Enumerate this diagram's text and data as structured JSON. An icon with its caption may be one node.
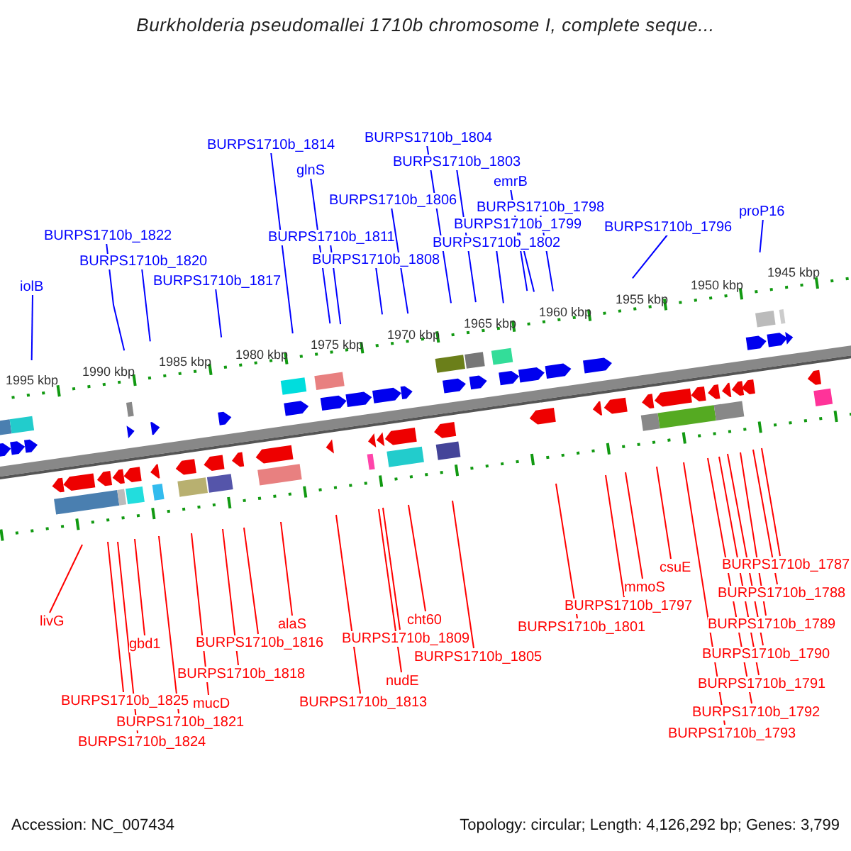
{
  "diagram": {
    "title": "Burkholderia pseudomallei 1710b chromosome I, complete seque...",
    "nodes": [
      {
        "text": [
          "BURPS1710b_1804"
        ]
      },
      {
        "text": [
          "BURPS1710b_1814"
        ]
      },
      {
        "text": [
          "BURPS1710b_1803"
        ]
      },
      {
        "text": [
          "glnS"
        ]
      },
      {
        "text": [
          "emrB"
        ]
      },
      {
        "text": [
          "BURPS1710b_1806"
        ]
      },
      {
        "text": [
          "BURPS1710b_1798"
        ]
      },
      {
        "text": [
          "proP16"
        ]
      },
      {
        "text": [
          "BURPS1710b_1799"
        ]
      },
      {
        "text": [
          "BURPS1710b_1796"
        ]
      },
      {
        "text": [
          "BURPS1710b_1822"
        ]
      },
      {
        "text": [
          "BURPS1710b_1811"
        ]
      },
      {
        "text": [
          "BURPS1710b_1802"
        ]
      },
      {
        "text": [
          "BURPS1710b_1808"
        ]
      },
      {
        "text": [
          "BURPS1710b_1820"
        ]
      },
      {
        "text": [
          "BURPS1710b_1817"
        ]
      },
      {
        "text": [
          "iolB"
        ]
      },
      {
        "text": [
          "BURPS1710b_1787"
        ]
      },
      {
        "text": [
          "csuE"
        ]
      },
      {
        "text": [
          "mmoS"
        ]
      },
      {
        "text": [
          "BURPS1710b_1788"
        ]
      },
      {
        "text": [
          "BURPS1710b_1797"
        ]
      },
      {
        "text": [
          "cht60"
        ]
      },
      {
        "text": [
          "livG"
        ]
      },
      {
        "text": [
          "alaS"
        ]
      },
      {
        "text": [
          "BURPS1710b_1789"
        ]
      },
      {
        "text": [
          "BURPS1710b_1801"
        ]
      },
      {
        "text": [
          "BURPS1710b_1809"
        ]
      },
      {
        "text": [
          "BURPS1710b_1816"
        ]
      },
      {
        "text": [
          "gbd1"
        ]
      },
      {
        "text": [
          "BURPS1710b_1790"
        ]
      },
      {
        "text": [
          "BURPS1710b_1805"
        ]
      },
      {
        "text": [
          "BURPS1710b_1818"
        ]
      },
      {
        "text": [
          "nudE"
        ]
      },
      {
        "text": [
          "BURPS1710b_1791"
        ]
      },
      {
        "text": [
          "BURPS1710b_1825"
        ]
      },
      {
        "text": [
          "mucD"
        ]
      },
      {
        "text": [
          "BURPS1710b_1813"
        ]
      },
      {
        "text": [
          "BURPS1710b_1792"
        ]
      },
      {
        "text": [
          "BURPS1710b_1821"
        ]
      },
      {
        "text": [
          "BURPS1710b_1793"
        ]
      },
      {
        "text": [
          "BURPS1710b_1824"
        ]
      }
    ],
    "edges": [
      {
        "from": 0,
        "to": null,
        "arrow": "none",
        "color": "#0000ff"
      },
      {
        "from": 1,
        "to": null,
        "arrow": "none",
        "color": "#0000ff"
      },
      {
        "from": 2,
        "to": null,
        "arrow": "none",
        "color": "#0000ff"
      },
      {
        "from": 3,
        "to": null,
        "arrow": "none",
        "color": "#0000ff"
      },
      {
        "from": 4,
        "to": null,
        "arrow": "none",
        "color": "#0000ff"
      },
      {
        "from": 5,
        "to": null,
        "arrow": "none",
        "color": "#0000ff"
      },
      {
        "from": 6,
        "to": null,
        "arrow": "none",
        "color": "#0000ff"
      },
      {
        "from": 7,
        "to": null,
        "arrow": "none",
        "color": "#0000ff"
      },
      {
        "from": 8,
        "to": null,
        "arrow": "none",
        "color": "#0000ff"
      },
      {
        "from": 9,
        "to": null,
        "arrow": "none",
        "color": "#0000ff"
      },
      {
        "from": 10,
        "to": null,
        "arrow": "none",
        "color": "#0000ff"
      },
      {
        "from": 11,
        "to": null,
        "arrow": "none",
        "color": "#0000ff"
      },
      {
        "from": 12,
        "to": null,
        "arrow": "none",
        "color": "#0000ff"
      },
      {
        "from": 13,
        "to": null,
        "arrow": "none",
        "color": "#0000ff"
      },
      {
        "from": 14,
        "to": null,
        "arrow": "none",
        "color": "#0000ff"
      },
      {
        "from": 15,
        "to": null,
        "arrow": "none",
        "color": "#0000ff"
      },
      {
        "from": 16,
        "to": null,
        "arrow": "none",
        "color": "#0000ff"
      },
      {
        "from": 17,
        "to": null,
        "arrow": "none"
      },
      {
        "from": 18,
        "to": null,
        "arrow": "none"
      },
      {
        "from": 19,
        "to": null,
        "arrow": "none"
      },
      {
        "from": 20,
        "to": null,
        "arrow": "none"
      },
      {
        "from": 21,
        "to": null,
        "arrow": "none"
      },
      {
        "from": 22,
        "to": null,
        "arrow": "none"
      },
      {
        "from": 23,
        "to": null,
        "arrow": "none"
      },
      {
        "from": 24,
        "to": null,
        "arrow": "none"
      },
      {
        "from": 25,
        "to": null,
        "arrow": "none"
      },
      {
        "from": 26,
        "to": null,
        "arrow": "none"
      },
      {
        "from": 27,
        "to": null,
        "arrow": "none"
      },
      {
        "from": 28,
        "to": null,
        "arrow": "none"
      },
      {
        "from": 29,
        "to": null,
        "arrow": "none"
      },
      {
        "from": 30,
        "to": null,
        "arrow": "none"
      },
      {
        "from": 31,
        "to": null,
        "arrow": "none"
      },
      {
        "from": 32,
        "to": null,
        "arrow": "none"
      },
      {
        "from": 33,
        "to": null,
        "arrow": "none"
      },
      {
        "from": 34,
        "to": null,
        "arrow": "none"
      },
      {
        "from": 35,
        "to": null,
        "arrow": "none"
      },
      {
        "from": 36,
        "to": null,
        "arrow": "none"
      },
      {
        "from": 37,
        "to": null,
        "arrow": "none"
      },
      {
        "from": 38,
        "to": null,
        "arrow": "none"
      },
      {
        "from": 39,
        "to": null,
        "arrow": "none"
      },
      {
        "from": 40,
        "to": null,
        "arrow": "none"
      },
      {
        "from": 41,
        "to": null,
        "arrow": "none"
      }
    ],
    "labels": [
      "1945 kbp",
      "1950 kbp",
      "1955 kbp",
      "1960 kbp",
      "1965 kbp",
      "1970 kbp",
      "1975 kbp",
      "1980 kbp",
      "1985 kbp",
      "1990 kbp",
      "1995 kbp",
      "Accession: NC_007434",
      "Topology: circular; Length: 4,126,292 bp; Genes: 3,799"
    ]
  }
}
